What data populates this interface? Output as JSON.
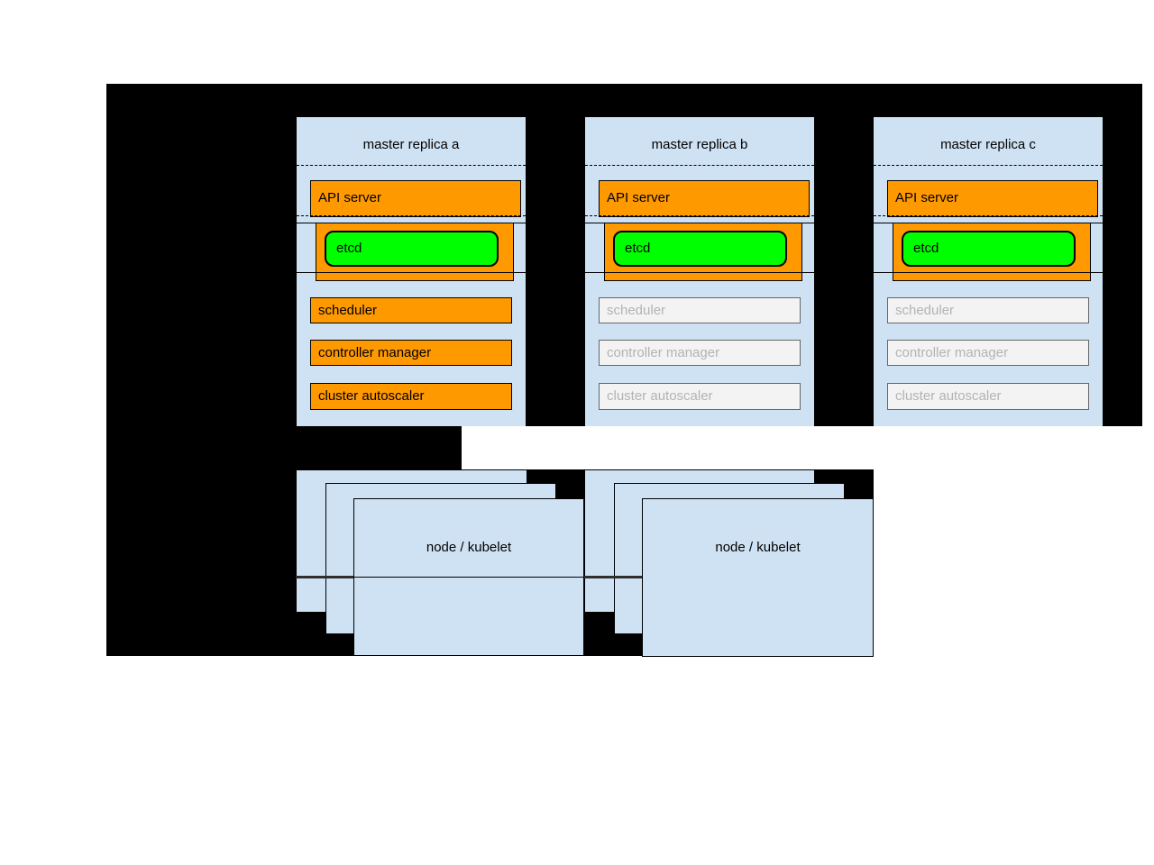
{
  "diagram": {
    "replicas": [
      {
        "title": "master replica a",
        "api_server": "API server",
        "etcd": "etcd",
        "components": [
          {
            "label": "scheduler",
            "active": true
          },
          {
            "label": "controller manager",
            "active": true
          },
          {
            "label": "cluster autoscaler",
            "active": true
          }
        ]
      },
      {
        "title": "master replica b",
        "api_server": "API server",
        "etcd": "etcd",
        "components": [
          {
            "label": "scheduler",
            "active": false
          },
          {
            "label": "controller manager",
            "active": false
          },
          {
            "label": "cluster autoscaler",
            "active": false
          }
        ]
      },
      {
        "title": "master replica c",
        "api_server": "API server",
        "etcd": "etcd",
        "components": [
          {
            "label": "scheduler",
            "active": false
          },
          {
            "label": "controller manager",
            "active": false
          },
          {
            "label": "cluster autoscaler",
            "active": false
          }
        ]
      }
    ],
    "nodes": [
      {
        "label": "node / kubelet"
      },
      {
        "label": "node / kubelet"
      }
    ],
    "colors": {
      "background": "#000000",
      "box_fill": "#cfe2f3",
      "active_fill": "#ff9900",
      "etcd_fill": "#00ff00",
      "inactive_fill": "#f3f3f3",
      "inactive_border": "#666666",
      "inactive_text": "#b3b3b3"
    }
  }
}
